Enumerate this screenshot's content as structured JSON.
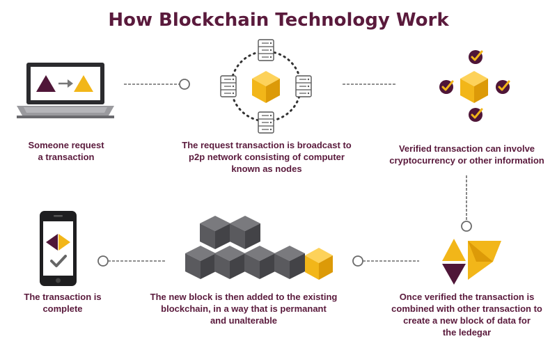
{
  "title": "How Blockchain Technology Work",
  "steps": [
    {
      "caption": "Someone request\na transaction"
    },
    {
      "caption": "The request transaction is broadcast to\np2p network consisting  of computer\nknown as nodes"
    },
    {
      "caption": "Verified transaction can involve\ncryptocurrency  or other information"
    },
    {
      "caption": "Once verified the transaction is\ncombined with other transaction to\ncreate a new block of data for\nthe ledegar"
    },
    {
      "caption": "The new block is then added to the existing\nblockchain, in a way that is permanant\nand unalterable"
    },
    {
      "caption": "The transaction is\ncomplete"
    }
  ],
  "icons": {
    "laptop": "laptop-icon",
    "nodes": "server-node-icon",
    "cube": "block-cube-icon",
    "check": "checkmark-icon",
    "phone": "smartphone-icon",
    "chain": "blockchain-cubes-icon"
  },
  "colors": {
    "accent_gold": "#f2b619",
    "accent_purple": "#4f1638",
    "text": "#5a1a3c",
    "connector": "#6a6a6a",
    "block_gray": "#5a5a5e"
  }
}
